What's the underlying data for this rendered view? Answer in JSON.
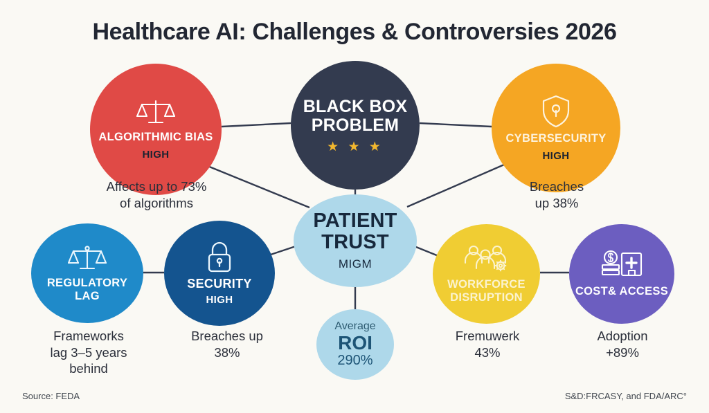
{
  "title": "Healthcare AI: Challenges & Controversies 2026",
  "background_color": "#faf9f4",
  "nodes": {
    "bias": {
      "label": "ALGORITHMIC\nBIAS",
      "level": "HIGH",
      "color": "#e04a46",
      "icon": "balance-scales-icon",
      "caption": "Affects up to 73%\nof algorithms"
    },
    "blackbox": {
      "label": "BLACK\nBOX\nPROBLEM",
      "stars": "★ ★ ★",
      "color": "#333b4f",
      "star_color": "#f2b72e"
    },
    "cybersecurity": {
      "label": "CYBERSECURITY",
      "level": "HIGH",
      "color": "#f5a623",
      "icon": "shield-keyhole-icon",
      "caption": "Breaches\nup 38%"
    },
    "patient_trust": {
      "label": "PATIENT\nTRUST",
      "sub": "MIGM",
      "color": "#aed8ea"
    },
    "roi": {
      "top": "Average",
      "big": "ROI",
      "value": "290%",
      "color": "#aed8ea"
    },
    "regulatory": {
      "label": "REGULATORY\nLAG",
      "color": "#1f8ac9",
      "icon": "balance-scales-icon",
      "caption": "Frameworks\nlag 3–5 years\nbehind"
    },
    "security": {
      "label": "SECURITY",
      "level": "HIGH",
      "color": "#14548f",
      "icon": "padlock-icon",
      "caption": "Breaches up\n38%"
    },
    "workforce": {
      "label": "WORKFORCE\nDISRUPTION",
      "color": "#f0cd33",
      "icon": "people-gear-icon",
      "caption": "Fremuwerk\n43%"
    },
    "cost": {
      "label": "COST&\nACCESS",
      "color": "#6c5ec0",
      "icon": "money-hospital-icon",
      "caption": "Adoption\n+89%"
    }
  },
  "footer": {
    "left": "Source: FEDA",
    "right": "S&D:FRCASY, and FDA/ARC°"
  }
}
